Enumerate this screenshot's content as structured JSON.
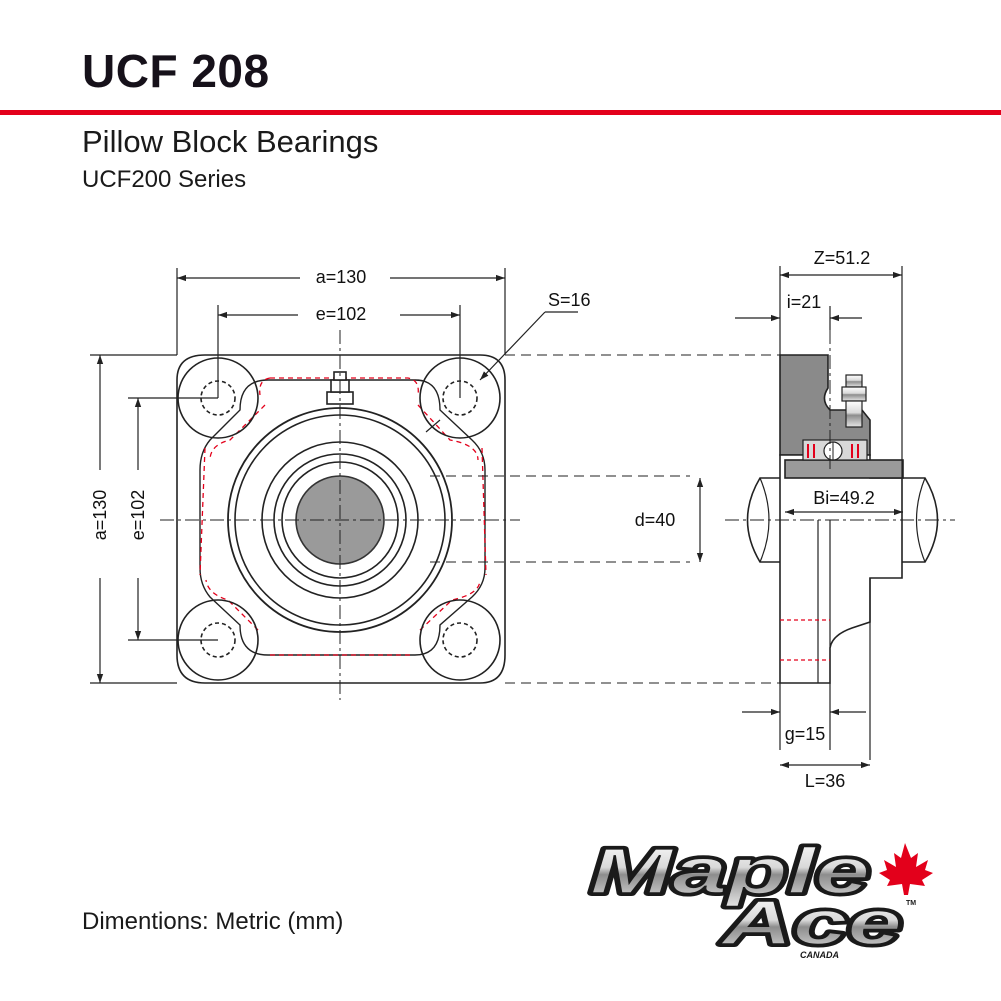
{
  "header": {
    "title": "UCF 208",
    "subtitle": "Pillow Block Bearings",
    "series": "UCF200 Series"
  },
  "dimensions": {
    "a_horizontal": "a=130",
    "e_horizontal": "e=102",
    "s": "S=16",
    "a_vertical": "a=130",
    "e_vertical": "e=102",
    "z": "Z=51.2",
    "i": "i=21",
    "d": "d=40",
    "bi": "Bi=49.2",
    "g": "g=15",
    "l": "L=36"
  },
  "footer": {
    "units": "Dimentions: Metric (mm)"
  },
  "logo": {
    "line1": "Maple",
    "line2": "Ace",
    "country": "CANADA",
    "trademark": "TM"
  },
  "colors": {
    "accent": "#e3001b",
    "line": "#222222",
    "housing_gray": "#8a8a8a",
    "shaft_gray": "#9a9a9a"
  }
}
